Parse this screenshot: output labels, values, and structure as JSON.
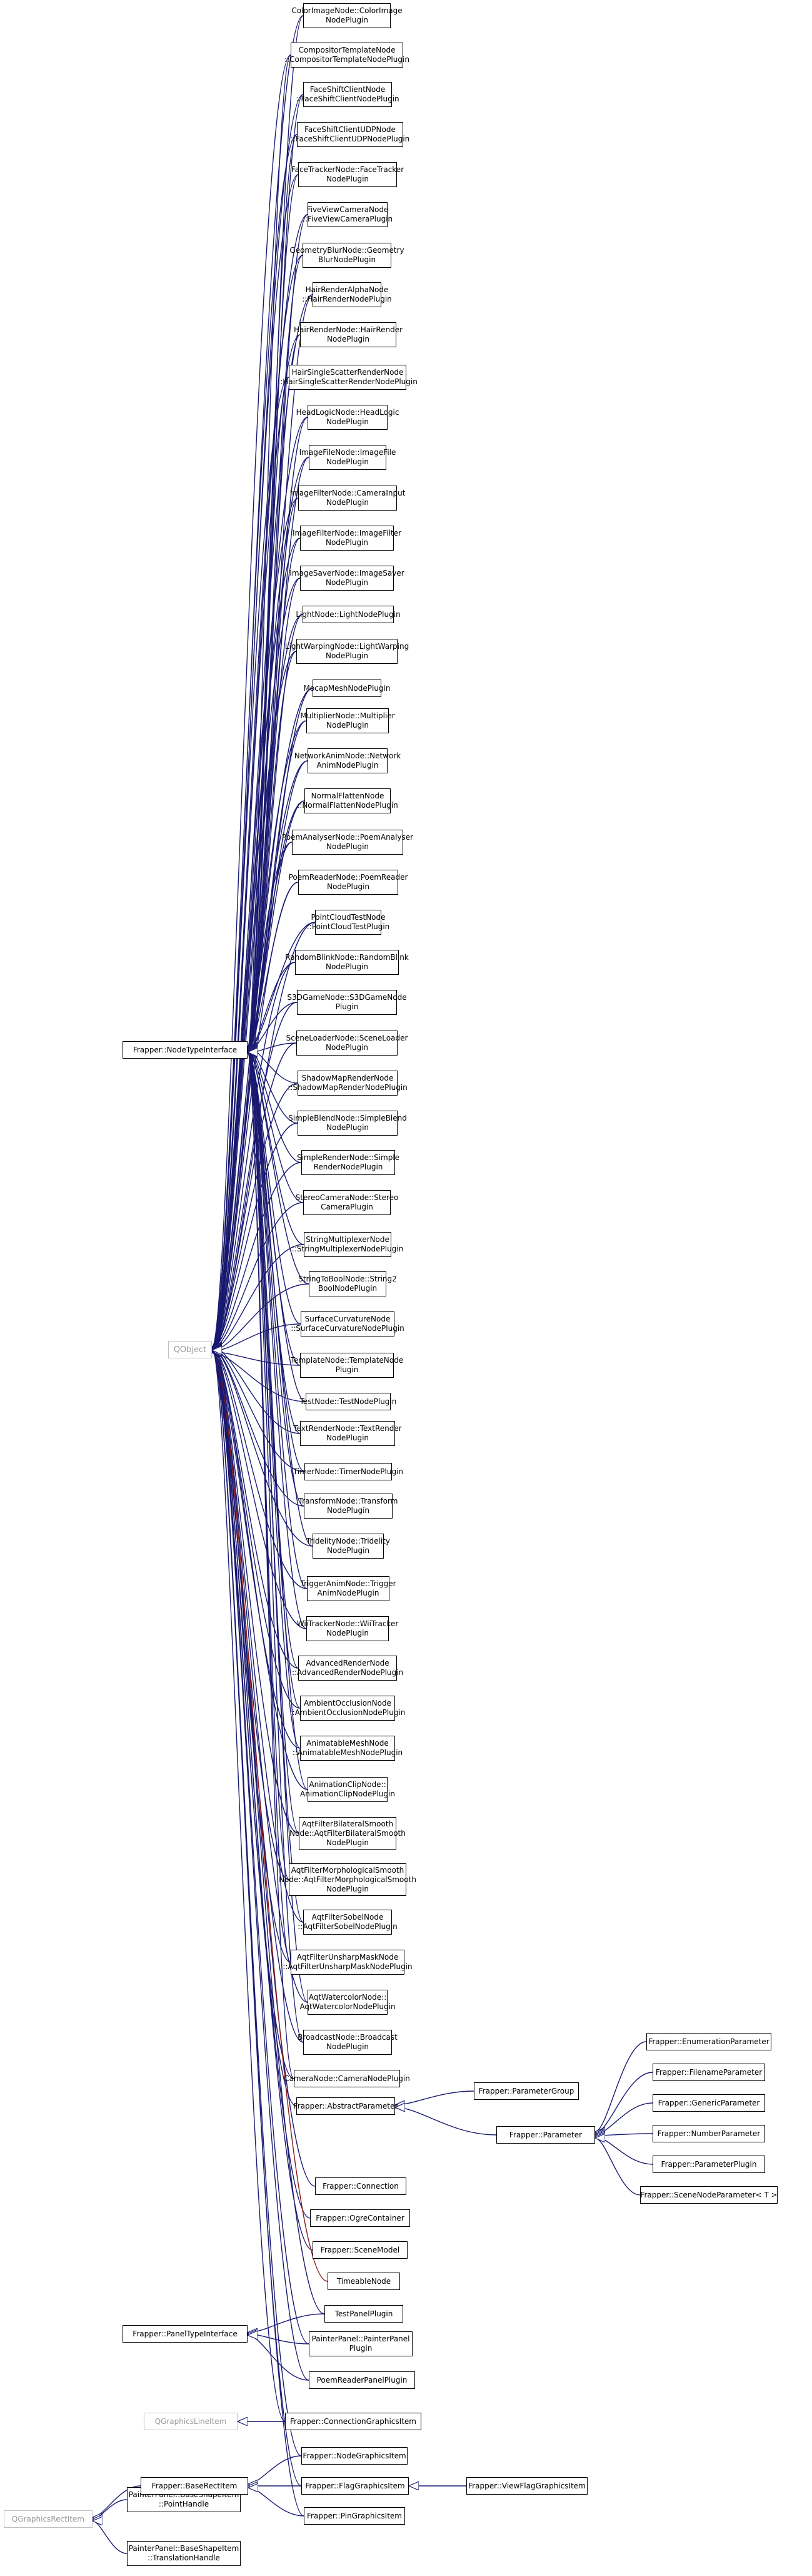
{
  "colors": {
    "edge": "#191970",
    "edge_red": "#8b1a1a",
    "node_border": "#000000",
    "grey_border": "#bfbfbf",
    "grey_text": "#9a9a9a"
  },
  "nodes": {
    "n01": [
      "ColorImageNode::ColorImage",
      "NodePlugin"
    ],
    "n02": [
      "CompositorTemplateNode",
      "::CompositorTemplateNodePlugin"
    ],
    "n03": [
      "FaceShiftClientNode",
      "::FaceShiftClientNodePlugin"
    ],
    "n04": [
      "FaceShiftClientUDPNode",
      "::FaceShiftClientUDPNodePlugin"
    ],
    "n05": [
      "FaceTrackerNode::FaceTracker",
      "NodePlugin"
    ],
    "n06": [
      "FiveViewCameraNode",
      "::FiveViewCameraPlugin"
    ],
    "n07": [
      "GeometryBlurNode::Geometry",
      "BlurNodePlugin"
    ],
    "n08": [
      "HairRenderAlphaNode",
      "::HairRenderNodePlugin"
    ],
    "n09": [
      "HairRenderNode::HairRender",
      "NodePlugin"
    ],
    "n10": [
      "HairSingleScatterRenderNode",
      "::HairSingleScatterRenderNodePlugin"
    ],
    "n11": [
      "HeadLogicNode::HeadLogic",
      "NodePlugin"
    ],
    "n12": [
      "ImageFileNode::ImageFile",
      "NodePlugin"
    ],
    "n13": [
      "ImageFilterNode::CameraInput",
      "NodePlugin"
    ],
    "n14": [
      "ImageFilterNode::ImageFilter",
      "NodePlugin"
    ],
    "n15": [
      "ImageSaverNode::ImageSaver",
      "NodePlugin"
    ],
    "n16": [
      "LightNode::LightNodePlugin"
    ],
    "n17": [
      "LightWarpingNode::LightWarping",
      "NodePlugin"
    ],
    "n18": [
      "MocapMeshNodePlugin"
    ],
    "n19": [
      "MultiplierNode::Multiplier",
      "NodePlugin"
    ],
    "n20": [
      "NetworkAnimNode::Network",
      "AnimNodePlugin"
    ],
    "n21": [
      "NormalFlattenNode",
      "::NormalFlattenNodePlugin"
    ],
    "n22": [
      "PoemAnalyserNode::PoemAnalyser",
      "NodePlugin"
    ],
    "n23": [
      "PoemReaderNode::PoemReader",
      "NodePlugin"
    ],
    "n24": [
      "PointCloudTestNode",
      "::PointCloudTestPlugin"
    ],
    "n25": [
      "RandomBlinkNode::RandomBlink",
      "NodePlugin"
    ],
    "n26": [
      "S3DGameNode::S3DGameNode",
      "Plugin"
    ],
    "n27": [
      "SceneLoaderNode::SceneLoader",
      "NodePlugin"
    ],
    "n28": [
      "ShadowMapRenderNode",
      "::ShadowMapRenderNodePlugin"
    ],
    "n29": [
      "SimpleBlendNode::SimpleBlend",
      "NodePlugin"
    ],
    "n30": [
      "SimpleRenderNode::Simple",
      "RenderNodePlugin"
    ],
    "n31": [
      "StereoCameraNode::Stereo",
      "CameraPlugin"
    ],
    "n32": [
      "StringMultiplexerNode",
      "::StringMultiplexerNodePlugin"
    ],
    "n33": [
      "StringToBoolNode::String2",
      "BoolNodePlugin"
    ],
    "n34": [
      "SurfaceCurvatureNode",
      "::SurfaceCurvatureNodePlugin"
    ],
    "n35": [
      "TemplateNode::TemplateNode",
      "Plugin"
    ],
    "n36": [
      "TestNode::TestNodePlugin"
    ],
    "n37": [
      "TextRenderNode::TextRender",
      "NodePlugin"
    ],
    "n38": [
      "TimerNode::TimerNodePlugin"
    ],
    "n39": [
      "TransformNode::Transform",
      "NodePlugin"
    ],
    "n40": [
      "TridelityNode::Tridelity",
      "NodePlugin"
    ],
    "n41": [
      "TriggerAnimNode::Trigger",
      "AnimNodePlugin"
    ],
    "n42": [
      "WiiTrackerNode::WiiTracker",
      "NodePlugin"
    ],
    "n43": [
      "AdvancedRenderNode",
      "::AdvancedRenderNodePlugin"
    ],
    "n44": [
      "AmbientOcclusionNode",
      "::AmbientOcclusionNodePlugin"
    ],
    "n45": [
      "AnimatableMeshNode",
      "::AnimatableMeshNodePlugin"
    ],
    "n46": [
      "AnimationClipNode::",
      "AnimationClipNodePlugin"
    ],
    "n47": [
      "AqtFilterBilateralSmooth",
      "Node::AqtFilterBilateralSmooth",
      "NodePlugin"
    ],
    "n48": [
      "AqtFilterMorphologicalSmooth",
      "Node::AqtFilterMorphologicalSmooth",
      "NodePlugin"
    ],
    "n49": [
      "AqtFilterSobelNode",
      "::AqtFilterSobelNodePlugin"
    ],
    "n50": [
      "AqtFilterUnsharpMaskNode",
      "::AqtFilterUnsharpMaskNodePlugin"
    ],
    "n51": [
      "AqtWatercolorNode::",
      "AqtWatercolorNodePlugin"
    ],
    "n52": [
      "BroadcastNode::Broadcast",
      "NodePlugin"
    ],
    "n53": [
      "CameraNode::CameraNodePlugin"
    ],
    "abstract_param": [
      "Frapper::AbstractParameter"
    ],
    "param_group": [
      "Frapper::ParameterGroup"
    ],
    "parameter": [
      "Frapper::Parameter"
    ],
    "enum_param": [
      "Frapper::EnumerationParameter"
    ],
    "filename_param": [
      "Frapper::FilenameParameter"
    ],
    "generic_param": [
      "Frapper::GenericParameter"
    ],
    "number_param": [
      "Frapper::NumberParameter"
    ],
    "param_plugin": [
      "Frapper::ParameterPlugin"
    ],
    "scene_node_param": [
      "Frapper::SceneNodeParameter< T >"
    ],
    "connection": [
      "Frapper::Connection"
    ],
    "ogre_container": [
      "Frapper::OgreContainer"
    ],
    "scene_model": [
      "Frapper::SceneModel"
    ],
    "timeable_node": [
      "TimeableNode"
    ],
    "test_panel": [
      "TestPanelPlugin"
    ],
    "painter_panel": [
      "PainterPanel::PainterPanel",
      "Plugin"
    ],
    "poem_reader_panel": [
      "PoemReaderPanelPlugin"
    ],
    "conn_graphics": [
      "Frapper::ConnectionGraphicsItem"
    ],
    "node_graphics": [
      "Frapper::NodeGraphicsItem"
    ],
    "flag_graphics": [
      "Frapper::FlagGraphicsItem"
    ],
    "viewflag_graphics": [
      "Frapper::ViewFlagGraphicsItem"
    ],
    "pin_graphics": [
      "Frapper::PinGraphicsItem"
    ],
    "point_handle": [
      "PainterPanel::BaseShapeItem",
      "::PointHandle"
    ],
    "translation_handle": [
      "PainterPanel::BaseShapeItem",
      "::TranslationHandle"
    ],
    "node_type_interface": [
      "Frapper::NodeTypeInterface"
    ],
    "qobject": [
      "QObject"
    ],
    "panel_type_interface": [
      "Frapper::PanelTypeInterface"
    ],
    "qgraphics_line": [
      "QGraphicsLineItem"
    ],
    "base_rect": [
      "Frapper::BaseRectItem"
    ],
    "qgraphics_rect": [
      "QGraphicsRectItem"
    ]
  }
}
